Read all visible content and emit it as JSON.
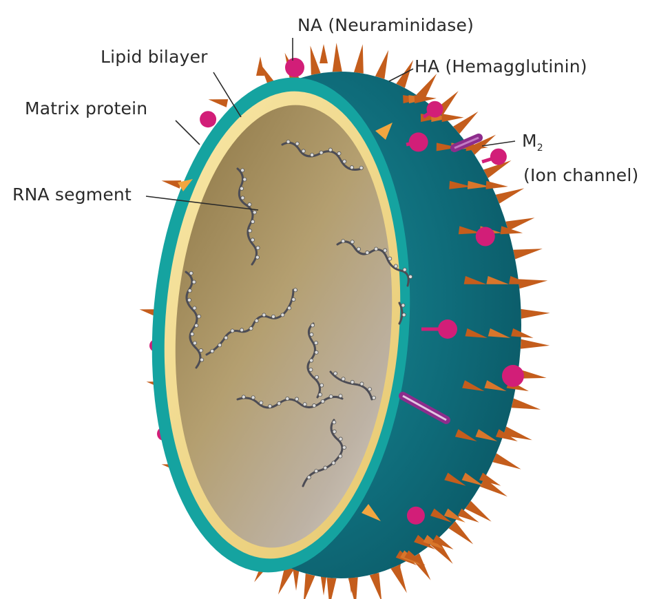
{
  "labels": {
    "na": "NA (Neuraminidase)",
    "lipid": "Lipid bilayer",
    "ha": "HA (Hemagglutinin)",
    "matrix": "Matrix protein",
    "m2_letter": "M",
    "m2_sub": "2",
    "ion_channel": "(Ion channel)",
    "rna": "RNA segment"
  },
  "colors": {
    "envelope_outer": "#0f6f7c",
    "envelope_rim": "#15a3a0",
    "lipid_bilayer": "#f3dd8c",
    "interior": "#a48d5b",
    "ha_spike": "#c8621d",
    "na_knob": "#d21e78",
    "m2_channel": "#8d2c8c",
    "rna": "#4c4c55"
  }
}
